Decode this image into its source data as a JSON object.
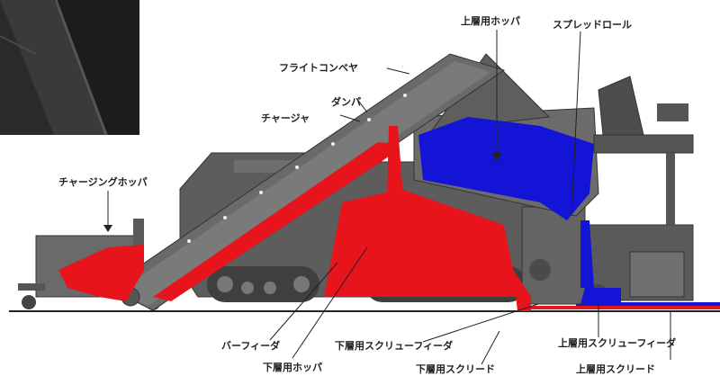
{
  "colors": {
    "machine": "#5d5d5d",
    "machine_dark": "#3f3f3f",
    "machine_light": "#7a7a7a",
    "lower_layer_material": "#e8141c",
    "upper_layer_material": "#1414d6",
    "ground": "#222222"
  },
  "labels": {
    "flight_conveyor": "フライトコンベヤ",
    "damper": "ダンパ",
    "charger": "チャージャ",
    "charging_hopper": "チャージングホッパ",
    "upper_hopper": "上層用ホッパ",
    "spread_roll": "スプレッドロール",
    "bar_feeder": "バーフィーダ",
    "lower_hopper": "下層用ホッパ",
    "lower_screw_feeder": "下層用スクリューフィーダ",
    "lower_screed": "下層用スクリード",
    "upper_screw_feeder": "上層用スクリューフィーダ",
    "upper_screed": "上層用スクリード"
  }
}
